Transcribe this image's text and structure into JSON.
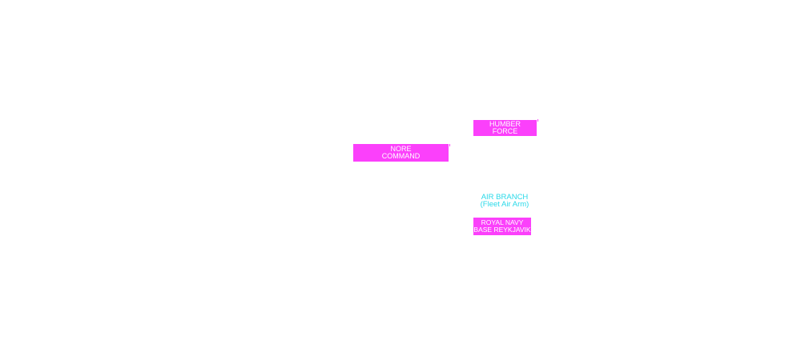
{
  "diagram": {
    "colors": {
      "node_fill": "#fb40fb",
      "node_text": "#ffffff",
      "branch_label": "#29d9e9",
      "background": "#ffffff"
    },
    "nodes": {
      "humber_force": {
        "line1": "HUMBER",
        "line2": "FORCE"
      },
      "nore_command": {
        "line1": "NORE",
        "line2": "COMMAND"
      },
      "reykjavik": {
        "line1": "ROYAL NAVY",
        "line2": "BASE REYKJAVIK"
      }
    },
    "labels": {
      "air_branch": {
        "line1": "AIR BRANCH",
        "line2": "(Fleet Air Arm)"
      }
    }
  }
}
